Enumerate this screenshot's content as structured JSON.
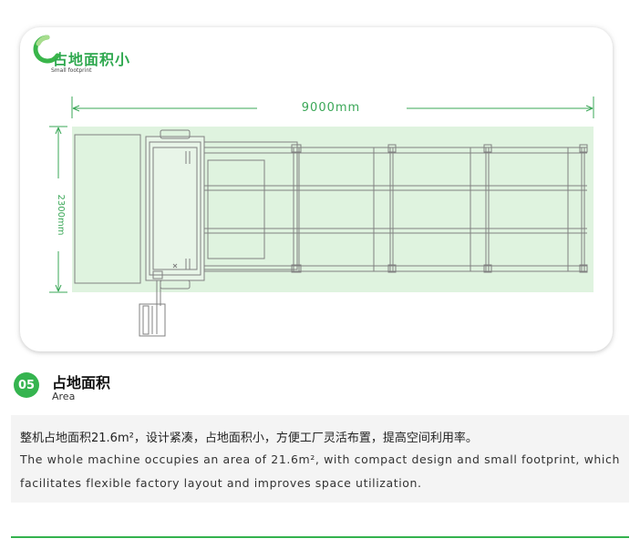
{
  "card": {
    "title": "占地面积小",
    "subtitle": "Small footprint",
    "logo_icon": "leaf-arc-icon"
  },
  "drawing": {
    "length_label": "9000mm",
    "width_label": "2300mm",
    "colors": {
      "footprint": "#dff3df",
      "line": "#3aa757",
      "machine_stroke": "#808080"
    }
  },
  "section": {
    "number": "05",
    "title": "占地面积",
    "subtitle": "Area"
  },
  "description": {
    "cn": "整机占地面积21.6m²，设计紧凑，占地面积小，方便工厂灵活布置，提高空间利用率。",
    "en": "The whole machine occupies an area of 21.6m², with compact design and small footprint, which facilitates flexible factory layout and improves space utilization."
  },
  "colors": {
    "accent": "#35b44f",
    "desc_bg": "#f4f4f4"
  }
}
